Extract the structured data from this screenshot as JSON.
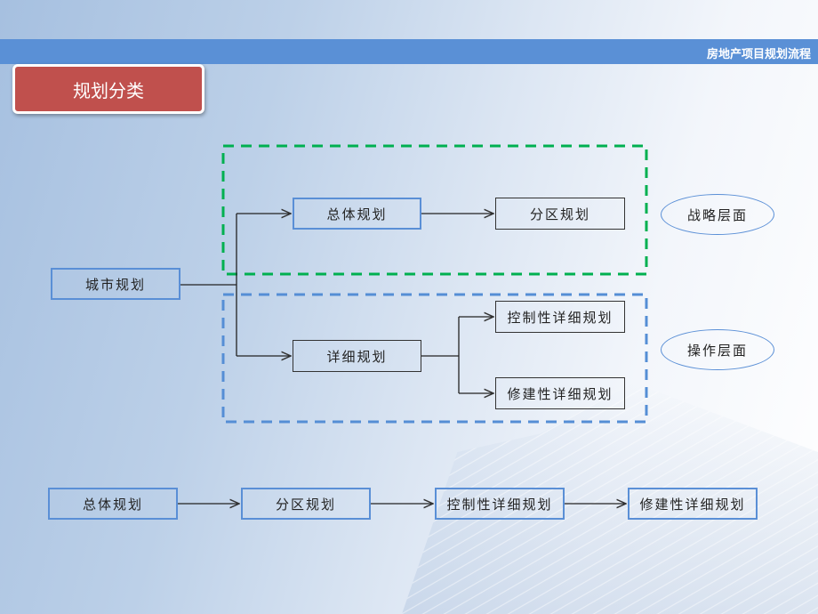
{
  "header": {
    "title": "房地产项目规划流程"
  },
  "section": {
    "title": "规划分类"
  },
  "tree": {
    "root": "城市规划",
    "strategic_group": {
      "label": "战略层面",
      "border_color": "#00b050",
      "nodes": [
        "总体规划",
        "分区规划"
      ]
    },
    "operational_group": {
      "label": "操作层面",
      "border_color": "#558ed5",
      "nodes": [
        "详细规划",
        "控制性详细规划",
        "修建性详细规划"
      ]
    }
  },
  "flow": {
    "steps": [
      "总体规划",
      "分区规划",
      "控制性详细规划",
      "修建性详细规划"
    ]
  },
  "colors": {
    "header_bar": "#5a90d6",
    "section_tab": "#c0504d",
    "node_border_blue": "#5a8fd6",
    "node_border_black": "#333333"
  }
}
